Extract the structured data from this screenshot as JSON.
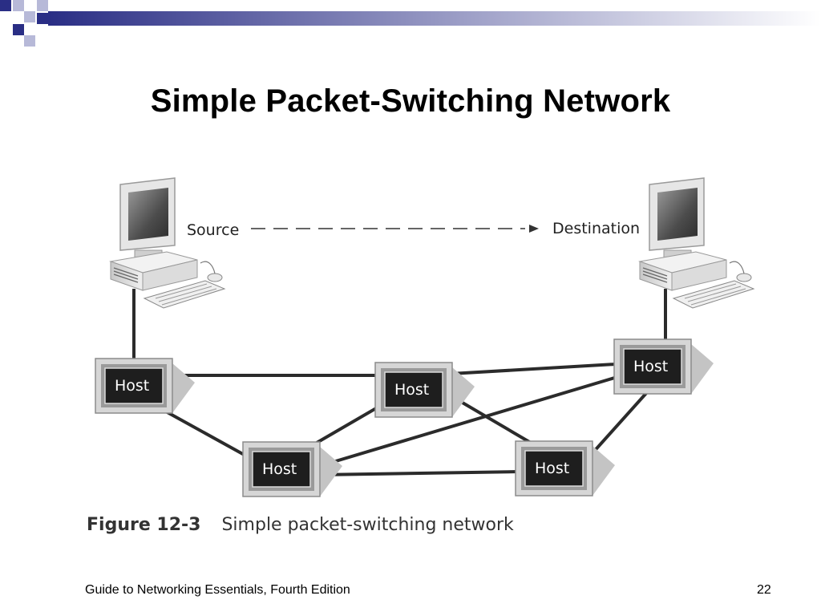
{
  "slide": {
    "title": "Simple Packet-Switching Network",
    "footer_left": "Guide to Networking Essentials, Fourth Edition",
    "page_number": "22",
    "accent_color": "#2a2e85"
  },
  "diagram": {
    "source_label": "Source",
    "destination_label": "Destination",
    "host_label": "Host",
    "hosts": [
      {
        "id": "host-1"
      },
      {
        "id": "host-2"
      },
      {
        "id": "host-3"
      },
      {
        "id": "host-4"
      },
      {
        "id": "host-5"
      }
    ],
    "links": [
      [
        "source-computer",
        "host-1"
      ],
      [
        "host-1",
        "host-2"
      ],
      [
        "host-2",
        "host-3"
      ],
      [
        "host-1",
        "host-4"
      ],
      [
        "host-4",
        "host-2"
      ],
      [
        "host-4",
        "host-3"
      ],
      [
        "host-2",
        "host-5"
      ],
      [
        "host-4",
        "host-5"
      ],
      [
        "host-5",
        "host-3"
      ],
      [
        "destination-computer",
        "host-3"
      ]
    ],
    "caption_number": "Figure 12-3",
    "caption_text": "Simple packet-switching network"
  }
}
